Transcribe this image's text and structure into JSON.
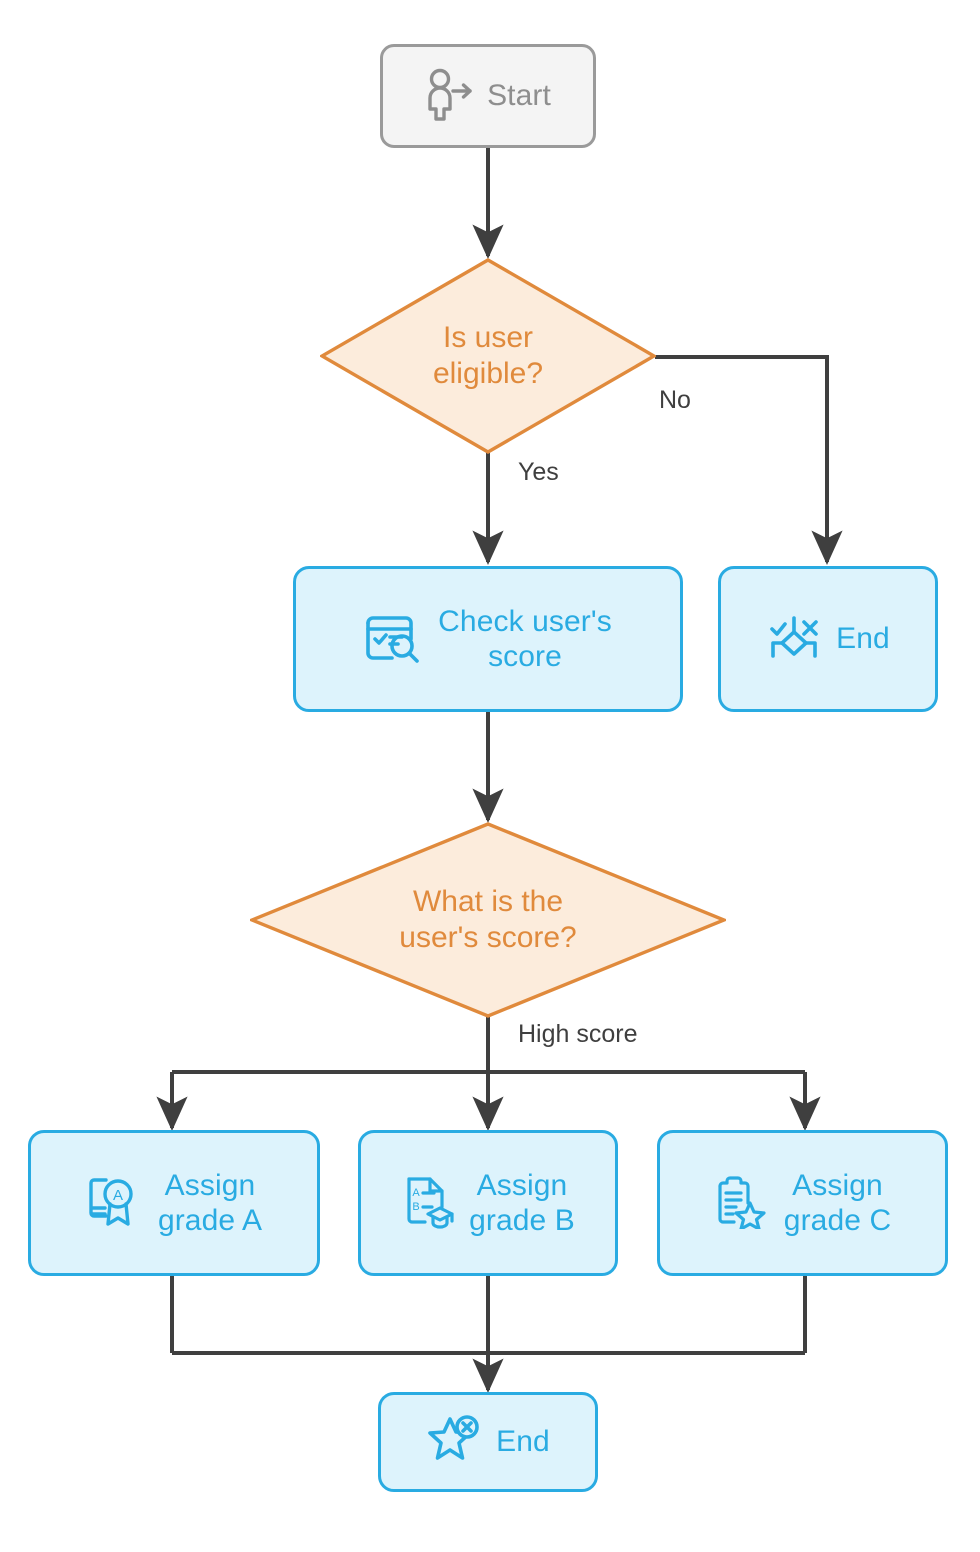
{
  "diagram": {
    "type": "flowchart",
    "orientation": "top-to-bottom",
    "colors": {
      "start_fill": "#f4f4f4",
      "start_stroke": "#9a9a9a",
      "start_text": "#8e8e8e",
      "process_fill": "#ddf3fc",
      "process_stroke": "#29abe2",
      "process_text": "#29abe2",
      "decision_fill": "#fcecdc",
      "decision_stroke": "#e08a3c",
      "decision_text": "#e08a3c",
      "edge_stroke": "#3f3f3f",
      "background": "#ffffff"
    }
  },
  "nodes": {
    "start": {
      "label": "Start",
      "shape": "rounded-rectangle",
      "style": "start",
      "icon": "person-arrow-icon"
    },
    "decision_eligible": {
      "label": "Is user\neligible?",
      "shape": "diamond",
      "style": "decision"
    },
    "check_score": {
      "label": "Check user's\nscore",
      "shape": "rounded-rectangle",
      "style": "process",
      "icon": "card-search-icon"
    },
    "end_right": {
      "label": "End",
      "shape": "rounded-rectangle",
      "style": "process",
      "icon": "decision-check-cross-icon"
    },
    "decision_score": {
      "label": "What is the\nuser's score?",
      "shape": "diamond",
      "style": "decision"
    },
    "grade_a": {
      "label": "Assign\ngrade A",
      "shape": "rounded-rectangle",
      "style": "process",
      "icon": "certificate-award-a-icon"
    },
    "grade_b": {
      "label": "Assign\ngrade B",
      "shape": "rounded-rectangle",
      "style": "process",
      "icon": "document-graduation-cap-icon"
    },
    "grade_c": {
      "label": "Assign\ngrade C",
      "shape": "rounded-rectangle",
      "style": "process",
      "icon": "clipboard-star-icon"
    },
    "end_bottom": {
      "label": "End",
      "shape": "rounded-rectangle",
      "style": "process",
      "icon": "star-cross-icon"
    }
  },
  "edges": [
    {
      "from": "start",
      "to": "decision_eligible",
      "label": ""
    },
    {
      "from": "decision_eligible",
      "to": "check_score",
      "label": "Yes"
    },
    {
      "from": "decision_eligible",
      "to": "end_right",
      "label": "No"
    },
    {
      "from": "check_score",
      "to": "decision_score",
      "label": ""
    },
    {
      "from": "decision_score",
      "to": "grade_a",
      "label": "High score"
    },
    {
      "from": "decision_score",
      "to": "grade_b",
      "label": ""
    },
    {
      "from": "decision_score",
      "to": "grade_c",
      "label": ""
    },
    {
      "from": "grade_a",
      "to": "end_bottom",
      "label": ""
    },
    {
      "from": "grade_b",
      "to": "end_bottom",
      "label": ""
    },
    {
      "from": "grade_c",
      "to": "end_bottom",
      "label": ""
    }
  ],
  "edge_labels": {
    "yes": "Yes",
    "no": "No",
    "high_score": "High score"
  }
}
